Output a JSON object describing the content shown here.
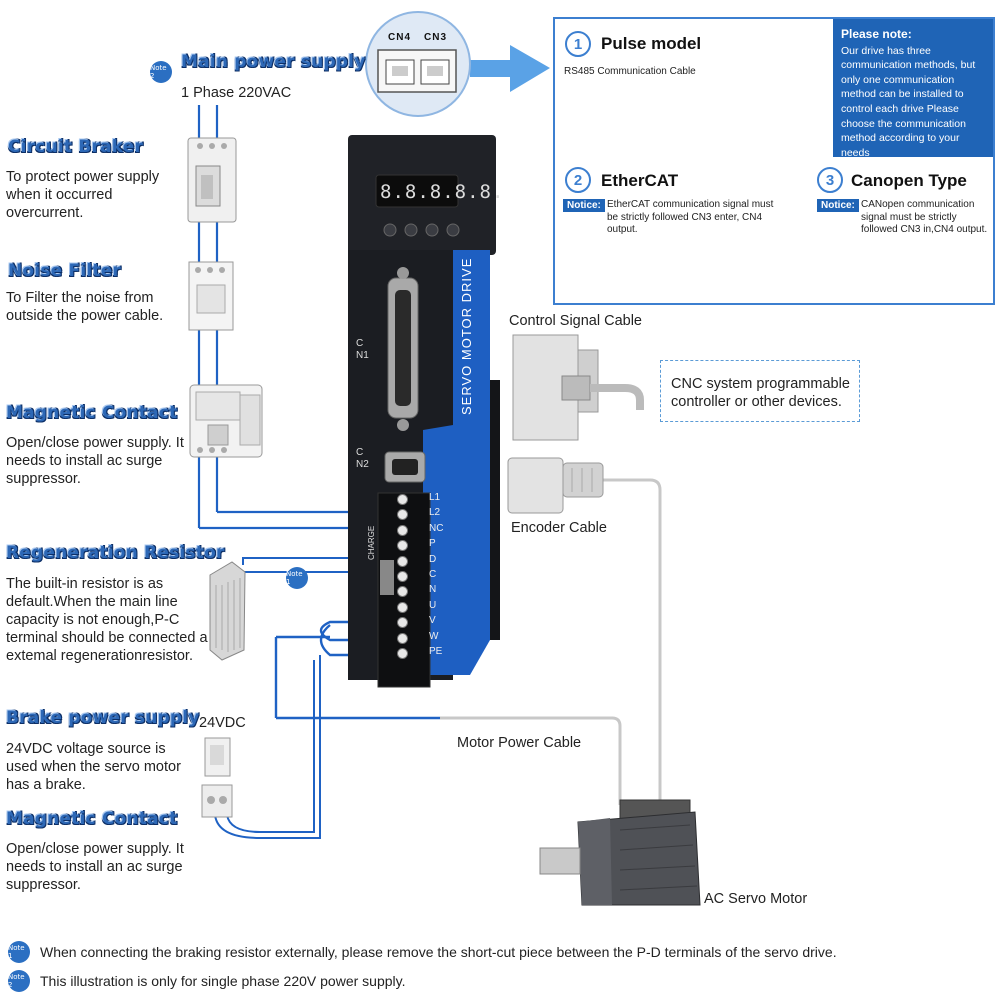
{
  "main_power": {
    "heading": "Main power supply",
    "note": "Note 2",
    "voltage": "1 Phase 220VAC"
  },
  "circuit_breaker": {
    "heading": "Circuit Braker",
    "desc": "To protect power supply when it occurred overcurrent."
  },
  "noise_filter": {
    "heading": "Noise Filter",
    "desc": "To Filter the noise from outside the power cable."
  },
  "magnetic_contact_1": {
    "heading": "Magnetic Contact",
    "desc": "Open/close power supply. It needs to install ac surge suppressor."
  },
  "regeneration_resistor": {
    "heading": "Regeneration Resistor",
    "desc": "The built-in resistor is as default.When the main line capacity is not enough,P-C terminal should be connected a extemal regenerationresistor.",
    "note": "Note 1"
  },
  "brake_power": {
    "heading": "Brake power supply",
    "voltage": "24VDC",
    "desc": "24VDC voltage source is used when the servo motor has a brake."
  },
  "magnetic_contact_2": {
    "heading": "Magnetic Contact",
    "desc": "Open/close power supply. It needs to install an ac surge suppressor."
  },
  "drive": {
    "brand_text": "SERVO MOTOR DRIVE",
    "display": "8.8.8.8.8.",
    "port_labels": [
      "CN4",
      "CN3"
    ],
    "cn1": "CN1",
    "cn2": "CN2",
    "charge": "CHARGE",
    "terminals": [
      "L1",
      "L2",
      "NC",
      "P",
      "D",
      "C",
      "N",
      "U",
      "V",
      "W",
      "PE"
    ]
  },
  "panel": {
    "pulse": {
      "num": "1",
      "title": "Pulse model",
      "cable": "RS485 Communication Cable"
    },
    "please_note": {
      "title": "Please note:",
      "text": "Our drive has three communication methods, but only one communication method can be installed to control each drive Please choose the communication method according to your needs"
    },
    "ethercat": {
      "num": "2",
      "title": "EtherCAT",
      "notice": "Notice:",
      "text": "EtherCAT communication signal must be strictly followed CN3 enter, CN4 output."
    },
    "canopen": {
      "num": "3",
      "title": "Canopen Type",
      "notice": "Notice:",
      "text": "CANopen communication signal must be strictly followed CN3 in,CN4 output."
    }
  },
  "cables": {
    "control_signal": "Control Signal Cable",
    "cnc": "CNC system programmable controller or other devices.",
    "encoder": "Encoder Cable",
    "motor_power": "Motor Power Cable",
    "motor": "AC Servo Motor"
  },
  "footnotes": [
    {
      "note": "Note 1",
      "text": "When connecting the braking resistor externally, please remove the short-cut piece between the P-D terminals of the servo drive."
    },
    {
      "note": "Note 2",
      "text": "This illustration is only for single phase 220V power supply."
    }
  ],
  "colors": {
    "accent": "#2d68b6",
    "panel_blue": "#1f64b6",
    "drive_body": "#1b1d22",
    "wire": "#1f62c4"
  }
}
